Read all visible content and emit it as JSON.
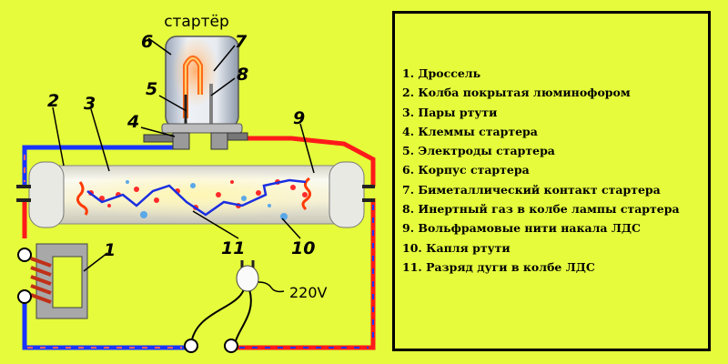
{
  "diagram": {
    "starter_title": "стартёр",
    "voltage_label": "220V",
    "callouts": [
      "1",
      "2",
      "3",
      "4",
      "5",
      "6",
      "7",
      "8",
      "9",
      "10",
      "11"
    ],
    "colors": {
      "background": "#e5fb3c",
      "wire_blue": "#1a34ff",
      "wire_red": "#ff1a1a",
      "arc": "#1a2ee0",
      "tube_glass": "#f6f4e6",
      "filament": "#ff3a00"
    }
  },
  "legend": {
    "items": [
      "1.  Дроссель",
      "2. Колба покрытая люминофором",
      "3. Пары ртути",
      "4. Клеммы стартера",
      "5. Электроды стартера",
      "6. Корпус стартера",
      "7. Биметаллический контакт стартера",
      "8. Инертный газ в колбе лампы стартера",
      "9. Вольфрамовые нити накала ЛДС",
      "10. Капля ртути",
      "11. Разряд дуги в колбе ЛДС"
    ]
  }
}
